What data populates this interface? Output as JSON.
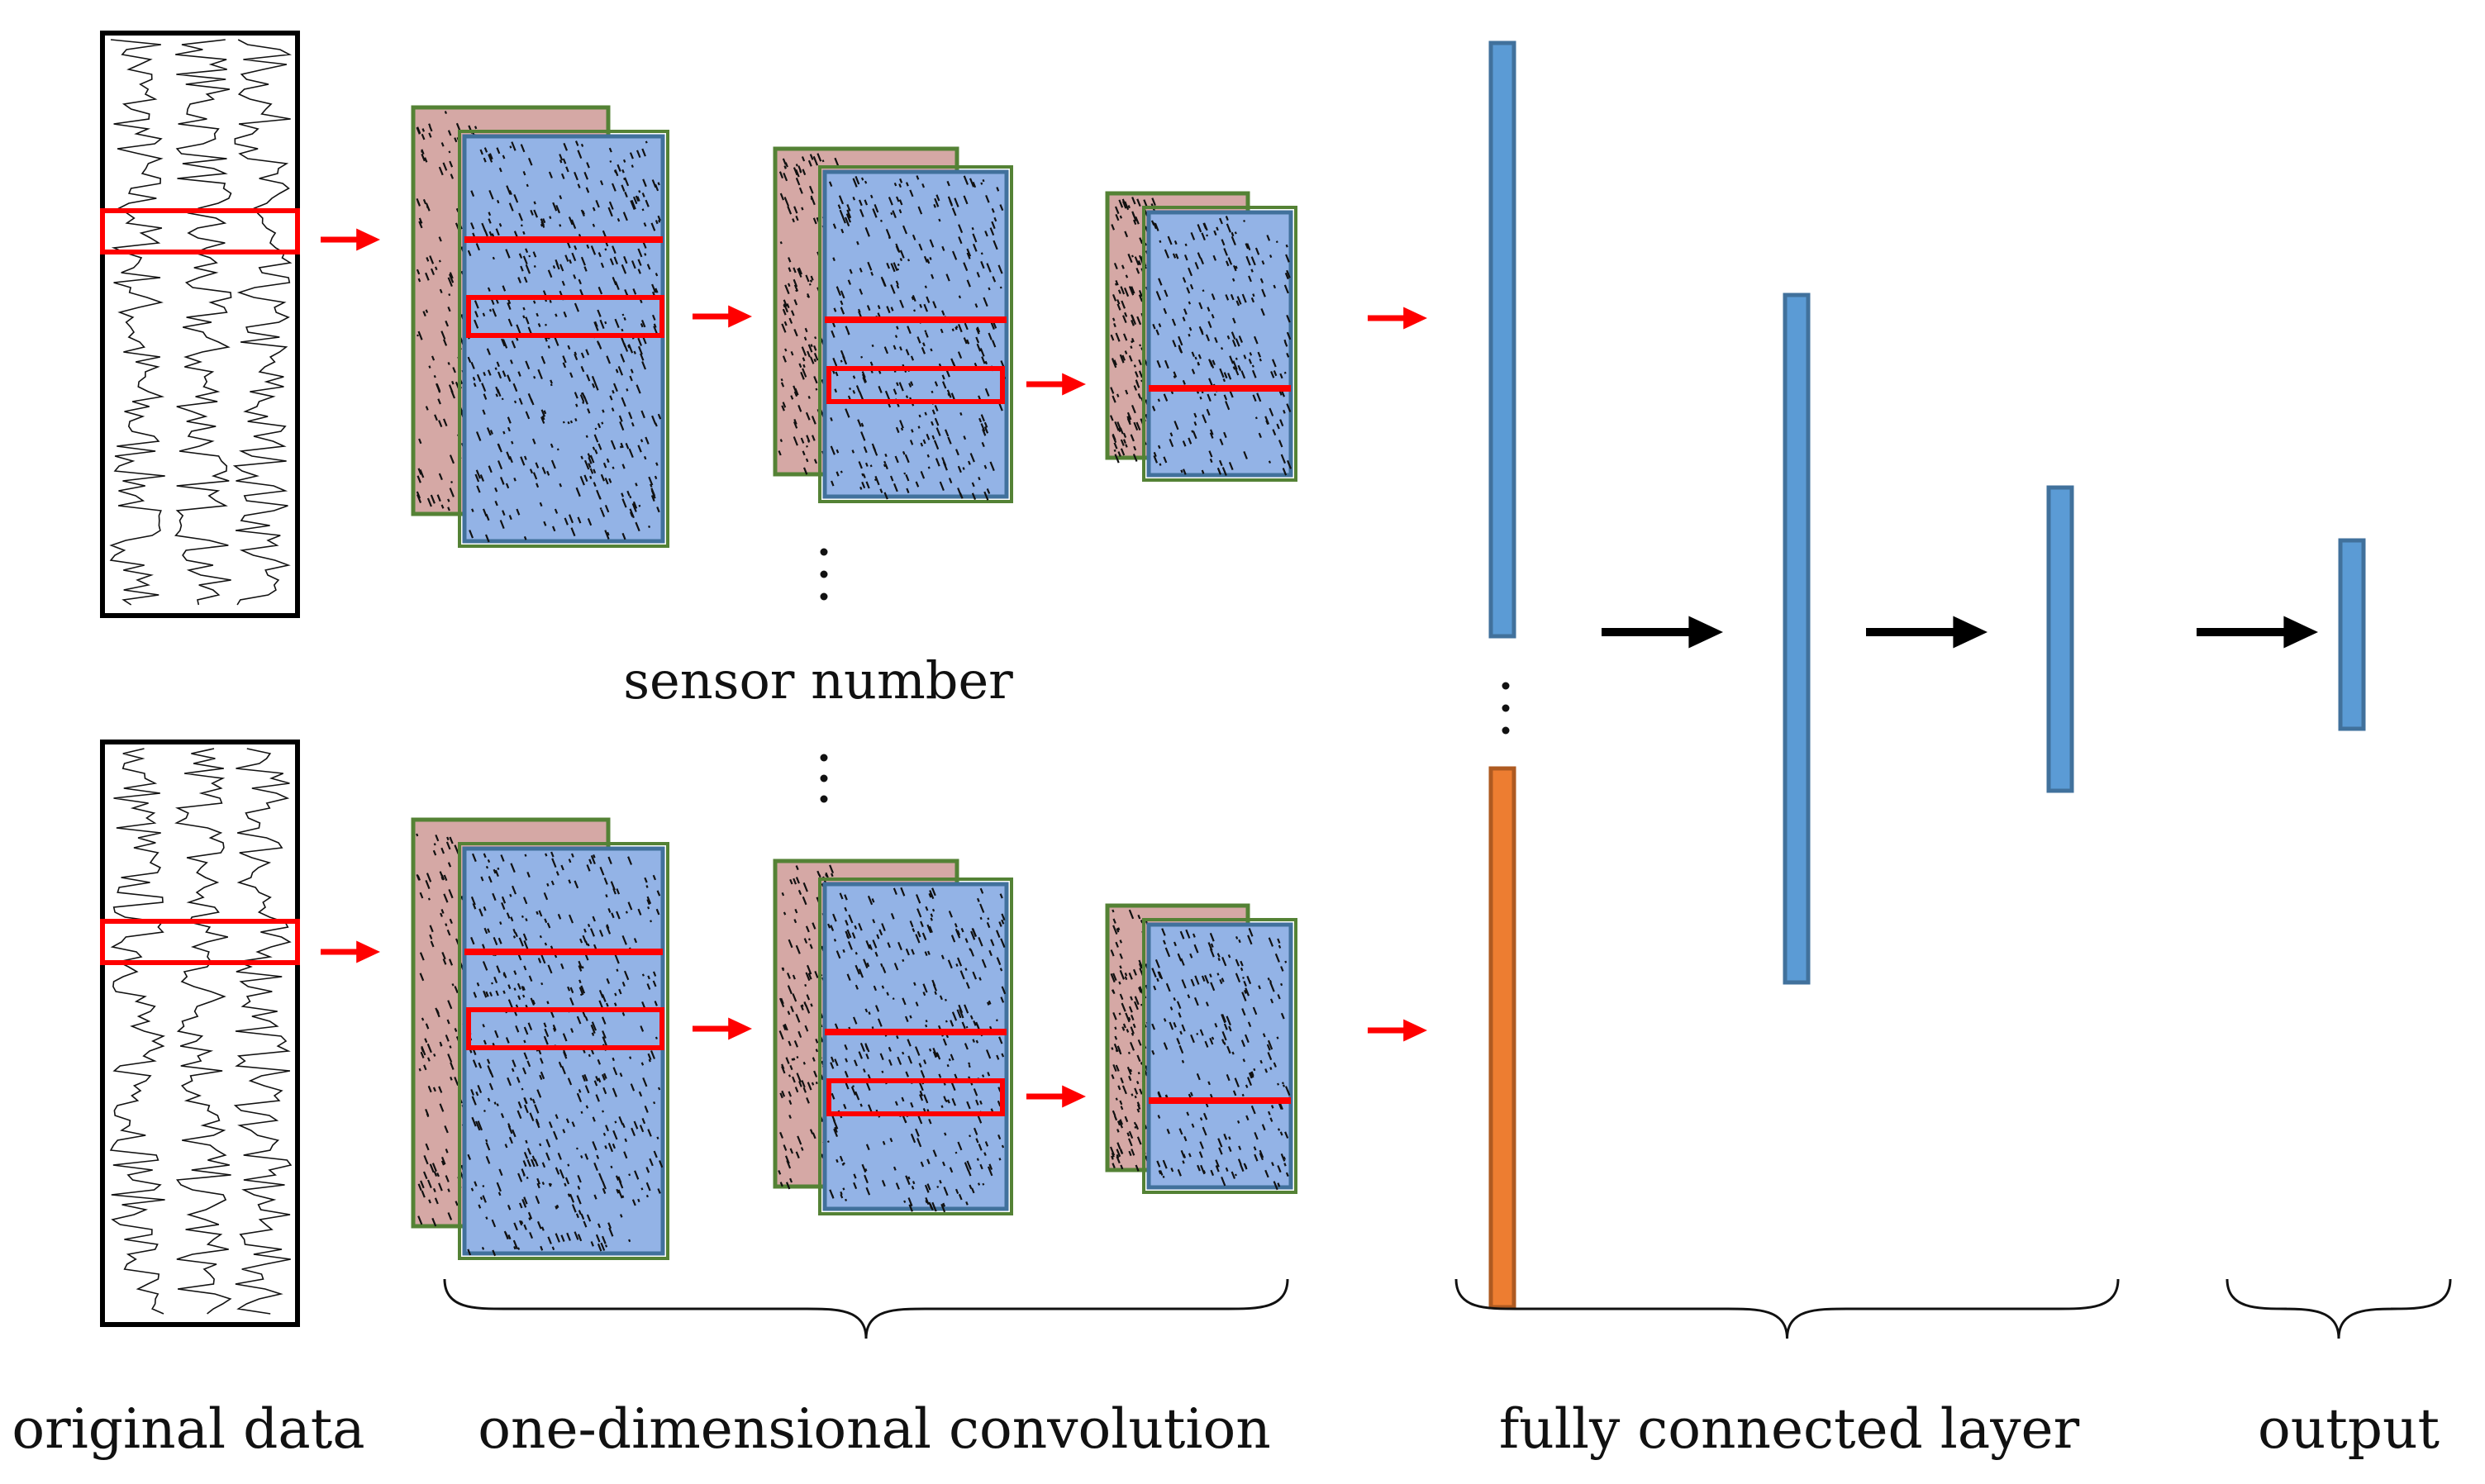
{
  "labels": {
    "original_data": "original data",
    "convolution": "one-dimensional convolution",
    "fully_connected": "fully connected layer",
    "output": "output",
    "sensor_number": "sensor number"
  },
  "colors": {
    "feature_map_blue": "#93B3E6",
    "feature_map_pink": "#D5A8A5",
    "map_border_blue": "#41719C",
    "map_border_green": "#548235",
    "fc_blue": "#5B9BD5",
    "fc_orange": "#ED7D31",
    "highlight_red": "#FF0000",
    "arrow_black": "#000000"
  },
  "icons": {
    "small_arrow": "red-arrow-icon",
    "big_arrow": "black-arrow-icon",
    "ellipsis": "vertical-ellipsis-icon",
    "brace": "curly-brace-icon"
  }
}
